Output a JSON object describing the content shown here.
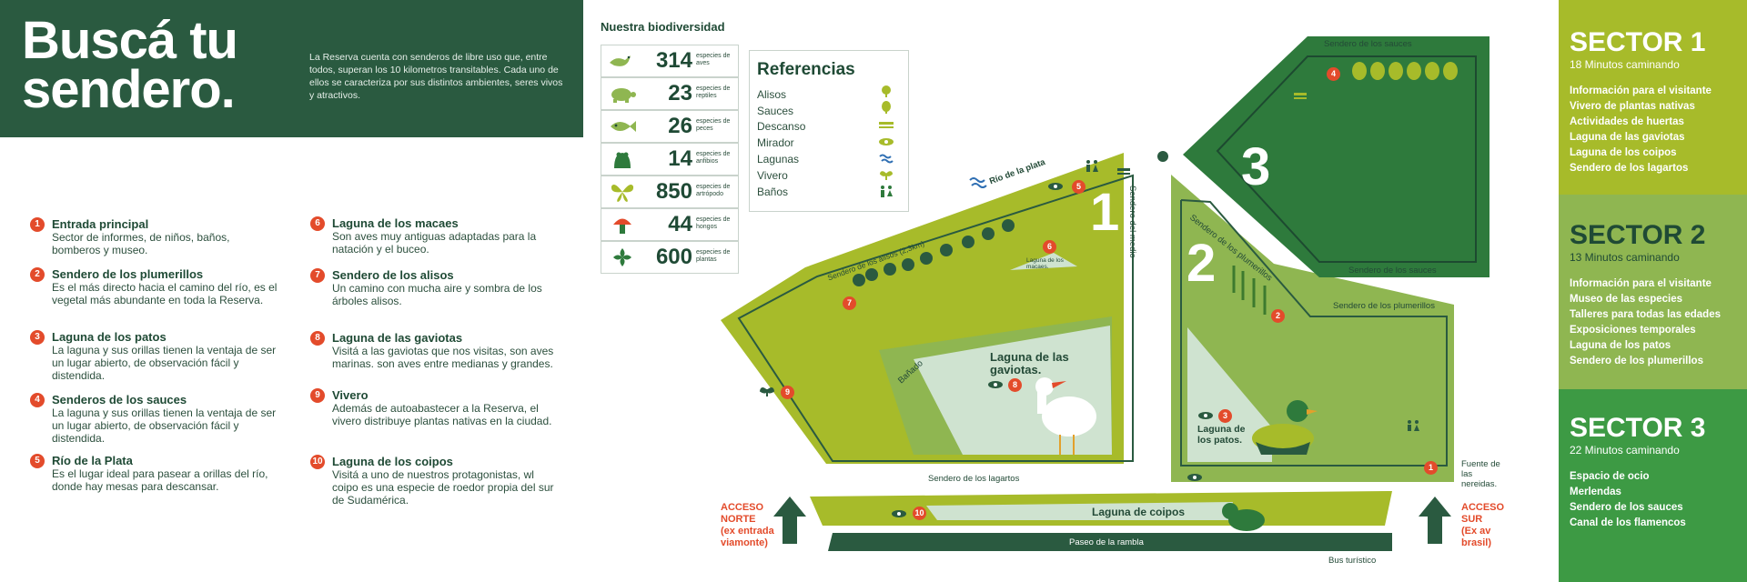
{
  "header": {
    "title": "Buscá tu\nsendero.",
    "intro": "La Reserva cuenta con senderos de libre uso que, entre todos, superan los 10 kilometros transitables. Cada uno de ellos se caracteriza por sus distintos ambientes, seres vivos y atractivos."
  },
  "points": [
    {
      "num": "1",
      "title": "Entrada principal",
      "desc": "Sector de informes, de niños, baños, bomberos y museo."
    },
    {
      "num": "2",
      "title": "Sendero de los plumerillos",
      "desc": "Es el más directo hacia el camino del río, es el vegetal más abundante en toda la Reserva."
    },
    {
      "num": "3",
      "title": "Laguna de los patos",
      "desc": "La laguna y sus orillas tienen la ventaja de ser un lugar abierto, de observación fácil y distendida."
    },
    {
      "num": "4",
      "title": "Senderos de los sauces",
      "desc": "La laguna y sus orillas tienen la ventaja de ser un lugar abierto, de observación fácil y distendida."
    },
    {
      "num": "5",
      "title": "Río de la Plata",
      "desc": "Es el lugar ideal para pasear a orillas del río, donde hay mesas para descansar."
    },
    {
      "num": "6",
      "title": "Laguna de los macaes",
      "desc": "Son aves muy antiguas adaptadas para la natación y el buceo."
    },
    {
      "num": "7",
      "title": "Sendero de los alisos",
      "desc": "Un camino con mucha aire y sombra de los árboles alisos."
    },
    {
      "num": "8",
      "title": "Laguna de las gaviotas",
      "desc": "Visitá a las gaviotas que nos visitas, son aves marinas. son aves entre medianas y grandes."
    },
    {
      "num": "9",
      "title": "Vivero",
      "desc": "Además de autoabastecer a la Reserva, el vivero distribuye plantas nativas en la ciudad."
    },
    {
      "num": "10",
      "title": "Laguna de los coipos",
      "desc": "Visitá a uno de nuestros protagonistas, wl coipo es una especie de roedor propia del sur de Sudamérica."
    }
  ],
  "biodiversity": {
    "title": "Nuestra biodiversidad",
    "rows": [
      {
        "num": "314",
        "label": "especies de aves",
        "icon": "bird-icon"
      },
      {
        "num": "23",
        "label": "especies de reptiles",
        "icon": "turtle-icon"
      },
      {
        "num": "26",
        "label": "especies de peces",
        "icon": "fish-icon"
      },
      {
        "num": "14",
        "label": "especies de anfibios",
        "icon": "frog-icon"
      },
      {
        "num": "850",
        "label": "especies de artrópodo",
        "icon": "butterfly-icon"
      },
      {
        "num": "44",
        "label": "especies de hongos",
        "icon": "mushroom-icon"
      },
      {
        "num": "600",
        "label": "especies de plantas",
        "icon": "leaf-icon"
      }
    ]
  },
  "references": {
    "title": "Referencias",
    "items": [
      {
        "label": "Alisos",
        "icon": "alder-tree-icon"
      },
      {
        "label": "Sauces",
        "icon": "willow-tree-icon"
      },
      {
        "label": "Descanso",
        "icon": "bench-icon"
      },
      {
        "label": "Mirador",
        "icon": "eye-icon"
      },
      {
        "label": "Lagunas",
        "icon": "water-icon"
      },
      {
        "label": "Vivero",
        "icon": "sprout-icon"
      },
      {
        "label": "Baños",
        "icon": "restroom-icon"
      }
    ]
  },
  "sectors": [
    {
      "name": "SECTOR 1",
      "time": "18 Minutos caminando",
      "items": [
        "Información para el visitante",
        "Vivero de plantas nativas",
        "Actividades de huertas",
        "Laguna de las gaviotas",
        "Laguna de los coipos",
        "Sendero de los lagartos"
      ]
    },
    {
      "name": "SECTOR 2",
      "time": "13 Minutos caminando",
      "items": [
        "Información para el visitante",
        "Museo de las especies",
        "Talleres para todas las edades",
        "Exposiciones temporales",
        "Laguna de los patos",
        "Sendero de los plumerillos"
      ]
    },
    {
      "name": "SECTOR 3",
      "time": "22 Minutos caminando",
      "items": [
        "Espacio de ocio",
        "Merlendas",
        "Sendero de los sauces",
        "Canal de los flamencos"
      ]
    }
  ],
  "map": {
    "sector_numbers": [
      "1",
      "2",
      "3"
    ],
    "trails": {
      "sauces_top": "Sendero de los sauces",
      "sauces_bottom": "Sendero de los sauces",
      "plumerillos_diag": "Sendero de los plumerillos",
      "plumerillos": "Sendero de los plumerillos",
      "alisos": "Sendero de los alisos (2,3km)",
      "medio": "Sendero del medio",
      "lagartos": "Sendero de los lagartos",
      "banado": "Bañado",
      "rio": "Río de la plata"
    },
    "lagoons": {
      "gaviotas": "Laguna de las gaviotas.",
      "macaes": "Laguna de los macaes.",
      "patos": "Laguna de los patos.",
      "coipos": "Laguna de coipos"
    },
    "paseo": "Paseo de la rambla",
    "bus": "Bus turístico",
    "fuente": "Fuente de las nereidas.",
    "acceso_norte": {
      "line1": "ACCESO",
      "line2": "NORTE",
      "line3": "(ex entrada",
      "line4": "viamonte)"
    },
    "acceso_sur": {
      "line1": "ACCESO",
      "line2": "SUR",
      "line3": "(Ex av",
      "line4": "brasil)"
    }
  },
  "colors": {
    "dark_green": "#2a5a40",
    "sector1": "#a7bb2a",
    "sector2": "#8fb651",
    "sector3": "#3d9a44",
    "accent": "#e34b2b"
  }
}
